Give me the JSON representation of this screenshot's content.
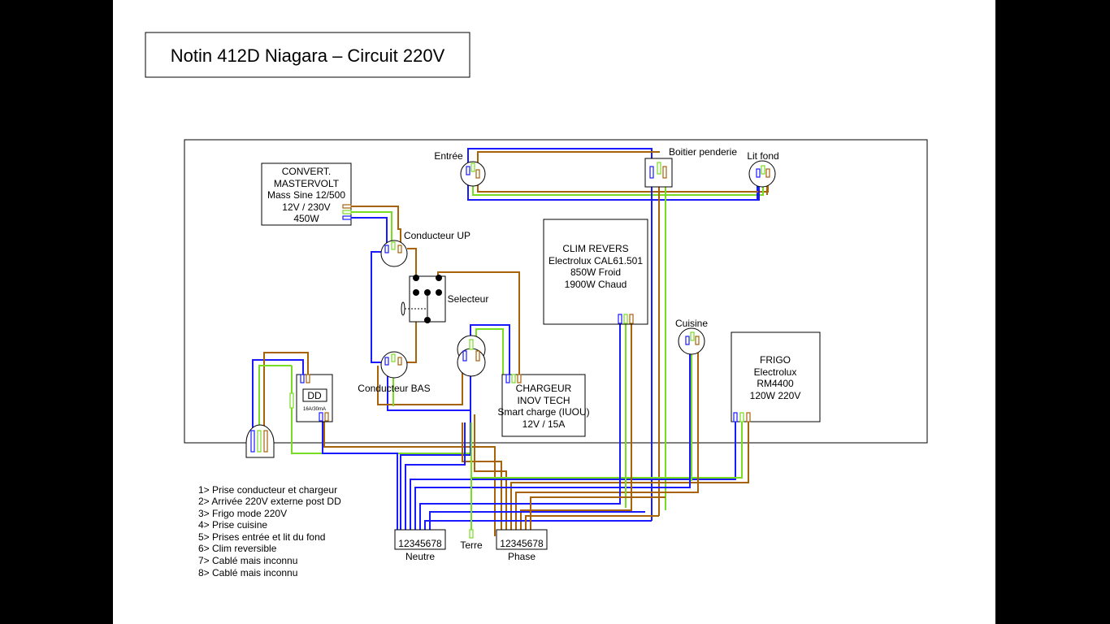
{
  "title": "Notin 412D Niagara – Circuit 220V",
  "components": {
    "converter": [
      "CONVERT.",
      "MASTERVOLT",
      "Mass Sine 12/500",
      "12V / 230V",
      "450W"
    ],
    "clim": [
      "CLIM REVERS",
      "Electrolux CAL61.501",
      "850W Froid",
      "1900W Chaud"
    ],
    "chargeur": [
      "CHARGEUR",
      "INOV TECH",
      "Smart charge (IUOU)",
      "12V / 15A"
    ],
    "frigo": [
      "FRIGO",
      "Electrolux",
      "RM4400",
      "120W 220V"
    ],
    "dd": {
      "label": "DD",
      "rating": "16A/30mA"
    }
  },
  "labels": {
    "entree": "Entrée",
    "boitier": "Boitier penderie",
    "lit_fond": "Lit fond",
    "conducteur_up": "Conducteur UP",
    "selecteur": "Selecteur",
    "conducteur_bas": "Conducteur BAS",
    "cuisine": "Cuisine",
    "terre": "Terre",
    "neutre": "Neutre",
    "phase": "Phase",
    "bornier_neutre": "12345678",
    "bornier_phase": "12345678"
  },
  "legend": [
    "1> Prise conducteur et chargeur",
    "2> Arrivée 220V externe post DD",
    "3> Frigo mode 220V",
    "4> Prise cuisine",
    "5> Prises entrée et lit du fond",
    "6> Clim reversible",
    "7> Cablé mais inconnu",
    "8> Cablé mais inconnu"
  ],
  "colors": {
    "neutral": "#1a1aff",
    "phase": "#a8620a",
    "earth": "#77dd22"
  }
}
